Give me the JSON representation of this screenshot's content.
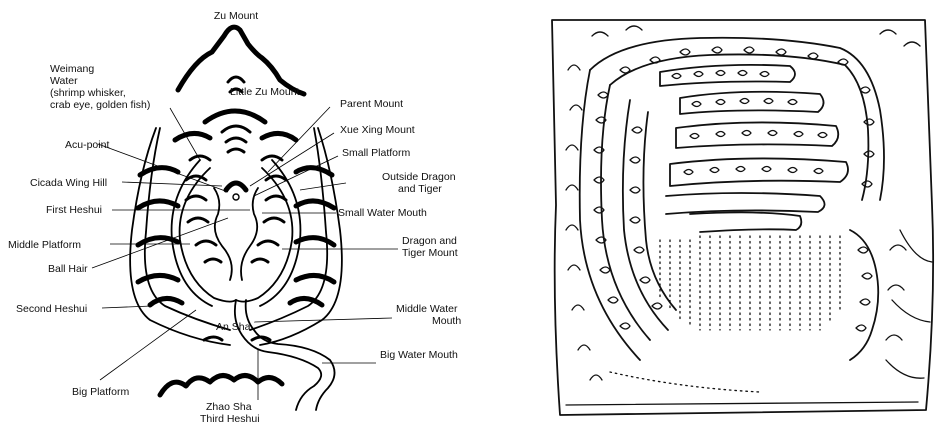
{
  "left_diagram": {
    "labels": {
      "zu_mount": "Zu Mount",
      "weimang_water_1": "Weimang",
      "weimang_water_2": "Water",
      "weimang_water_3": "(shrimp whisker,",
      "weimang_water_4": "crab eye, golden fish)",
      "little_zu_mount": "Little Zu Mount",
      "parent_mount": "Parent Mount",
      "xue_xing_mount": "Xue Xing Mount",
      "acu_point": "Acu-point",
      "small_platform": "Small Platform",
      "cicada_wing_hill": "Cicada Wing Hill",
      "outside_dragon_1": "Outside Dragon",
      "outside_dragon_2": "and Tiger",
      "first_heshui": "First Heshui",
      "small_water_mouth": "Small Water Mouth",
      "middle_platform": "Middle Platform",
      "dragon_tiger_1": "Dragon and",
      "dragon_tiger_2": "Tiger Mount",
      "ball_hair": "Ball Hair",
      "second_heshui": "Second Heshui",
      "middle_water_1": "Middle Water",
      "middle_water_2": "Mouth",
      "an_sha": "An Sha",
      "big_water_mouth": "Big Water Mouth",
      "big_platform": "Big Platform",
      "zhao_sha": "Zhao Sha",
      "third_heshui": "Third Heshui"
    }
  },
  "right_drawing": {
    "icon": "ink-landscape-drawing-icon"
  }
}
